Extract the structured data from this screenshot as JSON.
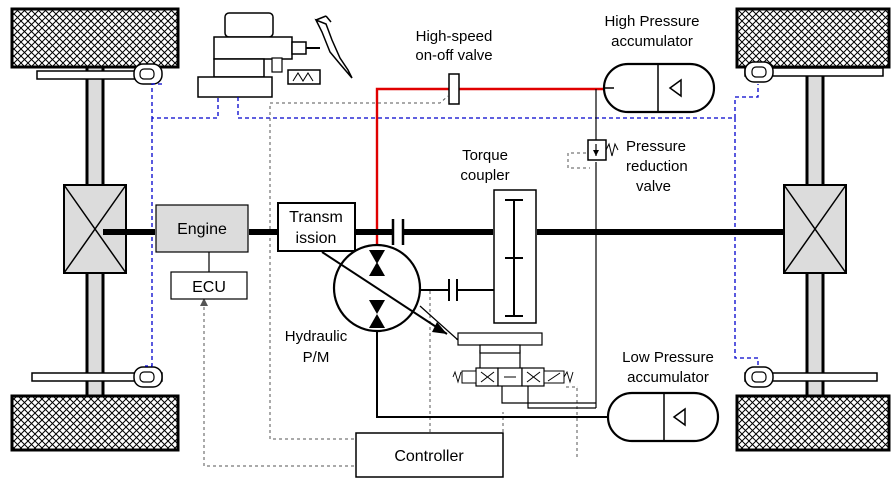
{
  "labels": {
    "high_speed_valve": [
      "High-speed",
      "on-off valve"
    ],
    "high_pressure_accumulator": [
      "High Pressure",
      "accumulator"
    ],
    "pressure_reduction_valve": [
      "Pressure",
      "reduction",
      "valve"
    ],
    "torque_coupler": [
      "Torque",
      "coupler"
    ],
    "engine": "Engine",
    "transmission": [
      "Transm",
      "ission"
    ],
    "ecu": "ECU",
    "hydraulic_pm": [
      "Hydraulic",
      "P/M"
    ],
    "low_pressure_accumulator": [
      "Low Pressure",
      "accumulator"
    ],
    "controller": "Controller"
  },
  "colors": {
    "high_pressure_line": "#e00000",
    "control_signal_line": "#0000cc",
    "dashed_signal_line": "#555555",
    "block_fill": "#dcdcdc",
    "tire_hatch": "#000000"
  }
}
